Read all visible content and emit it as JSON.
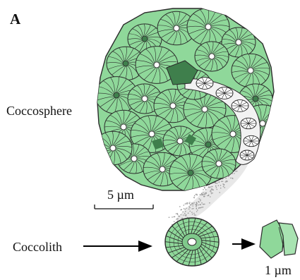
{
  "panel_label": "A",
  "labels": {
    "coccosphere": "Coccosphere",
    "coccolith": "Coccolith",
    "scale_large": "5 µm",
    "scale_small": "1 µm"
  },
  "colors": {
    "plate_fill": "#8fd89a",
    "plate_dark": "#3f7f4c",
    "outline": "#2b2b2b",
    "trail": "#bcbcbc",
    "arrow": "#000000"
  }
}
